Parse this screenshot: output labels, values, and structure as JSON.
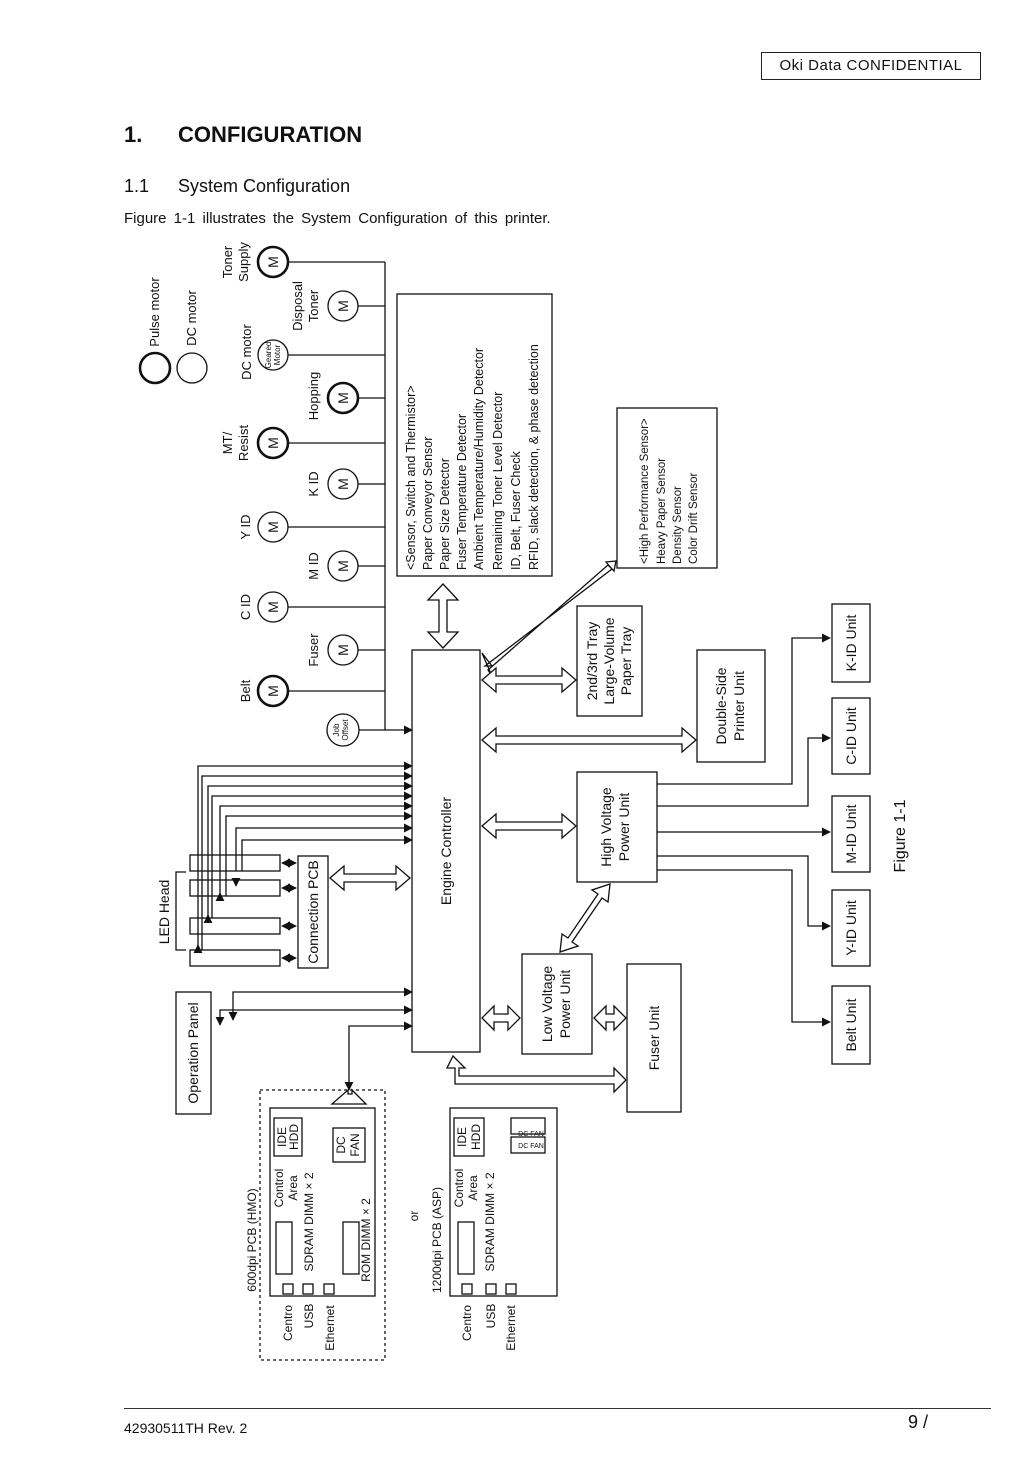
{
  "header": {
    "confidential": "Oki Data CONFIDENTIAL"
  },
  "section": {
    "number": "1.",
    "title": "CONFIGURATION"
  },
  "subsection": {
    "number": "1.1",
    "title": "System Configuration"
  },
  "intro": "Figure 1-1 illustrates the System Configuration of this printer.",
  "figure_caption": "Figure 1-1",
  "legend": {
    "pulse": "Pulse motor",
    "dc": "DC motor"
  },
  "motor_symbol": "M",
  "geared": {
    "line1": "Geared",
    "line2": "Motor"
  },
  "job": {
    "line1": "Job",
    "line2": "Offset"
  },
  "motors": {
    "toner_supply": [
      "Toner",
      "Supply"
    ],
    "disposal_toner": [
      "Disposal",
      "Toner"
    ],
    "dc_motor": "DC motor",
    "hopping": "Hopping",
    "mt_resist": [
      "MT/",
      "Resist"
    ],
    "k_id": "K ID",
    "y_id": "Y ID",
    "m_id": "M ID",
    "c_id": "C ID",
    "fuser": "Fuser",
    "belt": "Belt"
  },
  "sensors": {
    "title": "<Sensor, Switch and Thermistor>",
    "items": [
      "Paper Conveyor Sensor",
      "Paper Size Detector",
      "Fuser Temperature Detector",
      "Ambient Temperature/Humidity Detector",
      "Remaining Toner Level Detector",
      "ID, Belt, Fuser Check",
      "RFID, slack detection, & phase detection"
    ]
  },
  "hp_sensors": {
    "title": "<High Performance Sensor>",
    "items": [
      "Heavy Paper Sensor",
      "Density Sensor",
      "Color Drift Sensor"
    ]
  },
  "units": {
    "tray": [
      "2nd/3rd Tray",
      "Large-Volume",
      "Paper Tray"
    ],
    "duplex": [
      "Double-Side",
      "Printer Unit"
    ],
    "hv": [
      "High Voltage",
      "Power Unit"
    ],
    "lv": [
      "Low Voltage",
      "Power Unit"
    ],
    "fuser": "Fuser Unit",
    "engine": "Engine Controller",
    "connection": "Connection PCB",
    "led_head": "LED Head",
    "op_panel": "Operation Panel",
    "k_id": "K-ID Unit",
    "c_id": "C-ID Unit",
    "m_id": "M-ID Unit",
    "y_id": "Y-ID Unit",
    "belt": "Belt Unit"
  },
  "pcb600": {
    "title": "600dpi PCB (HMO)",
    "control": [
      "Control",
      "Area"
    ],
    "sdram": "SDRAM DIMM × 2",
    "rom": "ROM DIMM × 2",
    "ide": [
      "IDE",
      "HDD"
    ],
    "fan": [
      "DC",
      "FAN"
    ],
    "ports": [
      "Centro",
      "USB",
      "Ethernet"
    ]
  },
  "or": "or",
  "pcb1200": {
    "title": "1200dpi PCB (ASP)",
    "control": [
      "Control",
      "Area"
    ],
    "sdram": "SDRAM DIMM × 2",
    "ide": [
      "IDE",
      "HDD"
    ],
    "fan1": "DC FAN",
    "fan2": "DC FAN",
    "ports": [
      "Centro",
      "USB",
      "Ethernet"
    ]
  },
  "footer": {
    "doc": "42930511TH  Rev. 2",
    "page": "9 /"
  }
}
